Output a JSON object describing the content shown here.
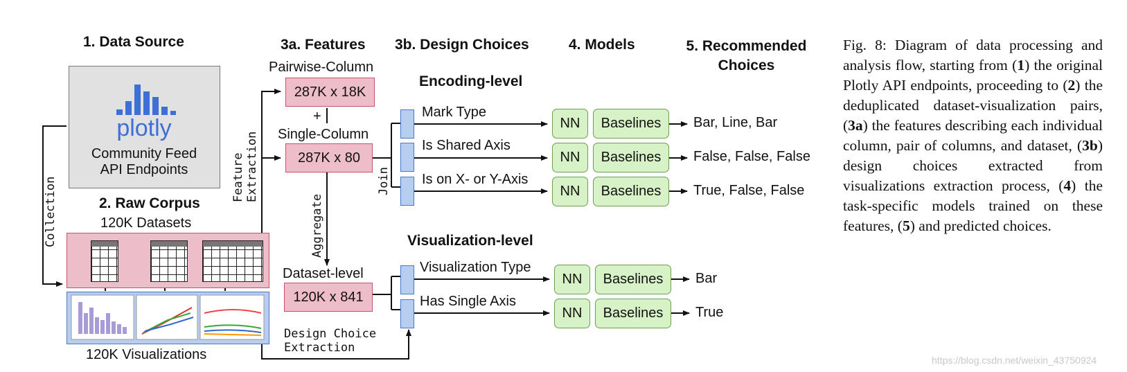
{
  "steps": {
    "s1": "1. Data Source",
    "s2": "2. Raw Corpus",
    "s3a": "3a. Features",
    "s3b": "3b. Design Choices",
    "s4": "4. Models",
    "s5_line1": "5. Recommended",
    "s5_line2": "Choices"
  },
  "source": {
    "logo": "plotly",
    "line1": "Community Feed",
    "line2": "API Endpoints"
  },
  "corpus": {
    "datasets": "120K Datasets",
    "visualizations": "120K Visualizations"
  },
  "features": {
    "pairwise_label": "Pairwise-Column",
    "pairwise_dim": "287K x 18K",
    "plus": "+",
    "single_label": "Single-Column",
    "single_dim": "287K x 80",
    "dataset_label": "Dataset-level",
    "dataset_dim": "120K x 841"
  },
  "edges": {
    "collection": "Collection",
    "feature_extraction_1": "Feature",
    "feature_extraction_2": "Extraction",
    "aggregate": "Aggregate",
    "join": "Join",
    "design_choice_1": "Design Choice",
    "design_choice_2": "Extraction"
  },
  "sections": {
    "encoding": "Encoding-level",
    "visualization": "Visualization-level"
  },
  "tasks": [
    {
      "label": "Mark Type",
      "nn": "NN",
      "baselines": "Baselines",
      "result": "Bar, Line, Bar"
    },
    {
      "label": "Is Shared Axis",
      "nn": "NN",
      "baselines": "Baselines",
      "result": "False, False, False"
    },
    {
      "label": "Is on X- or Y-Axis",
      "nn": "NN",
      "baselines": "Baselines",
      "result": "True, False, False"
    },
    {
      "label": "Visualization Type",
      "nn": "NN",
      "baselines": "Baselines",
      "result": "Bar"
    },
    {
      "label": "Has Single Axis",
      "nn": "NN",
      "baselines": "Baselines",
      "result": "True"
    }
  ],
  "caption": {
    "prefix": "Fig. 8: Diagram of data processing and analysis flow, starting from (",
    "n1": "1",
    "t1": ") the original Plotly API endpoints, proceeding to (",
    "n2": "2",
    "t2": ") the deduplicated dataset-visualization pairs, (",
    "n3a": "3a",
    "t3a": ") the features describing each individual column, pair of columns, and dataset, (",
    "n3b": "3b",
    "t3b": ") design choices extracted from visualizations extraction process, (",
    "n4": "4",
    "t4": ") the task-specific models trained on these features, (",
    "n5": "5",
    "t5": ") and predicted choices."
  },
  "watermark": "https://blog.csdn.net/weixin_43750924",
  "colors": {
    "pink_fill": "#eebdca",
    "pink_border": "#c7516b",
    "green_fill": "#d6f2c6",
    "green_border": "#6aa04f",
    "blue_fill": "#b9cdf0",
    "blue_border": "#4a78c8",
    "plotly_blue": "#3d6fd6"
  }
}
